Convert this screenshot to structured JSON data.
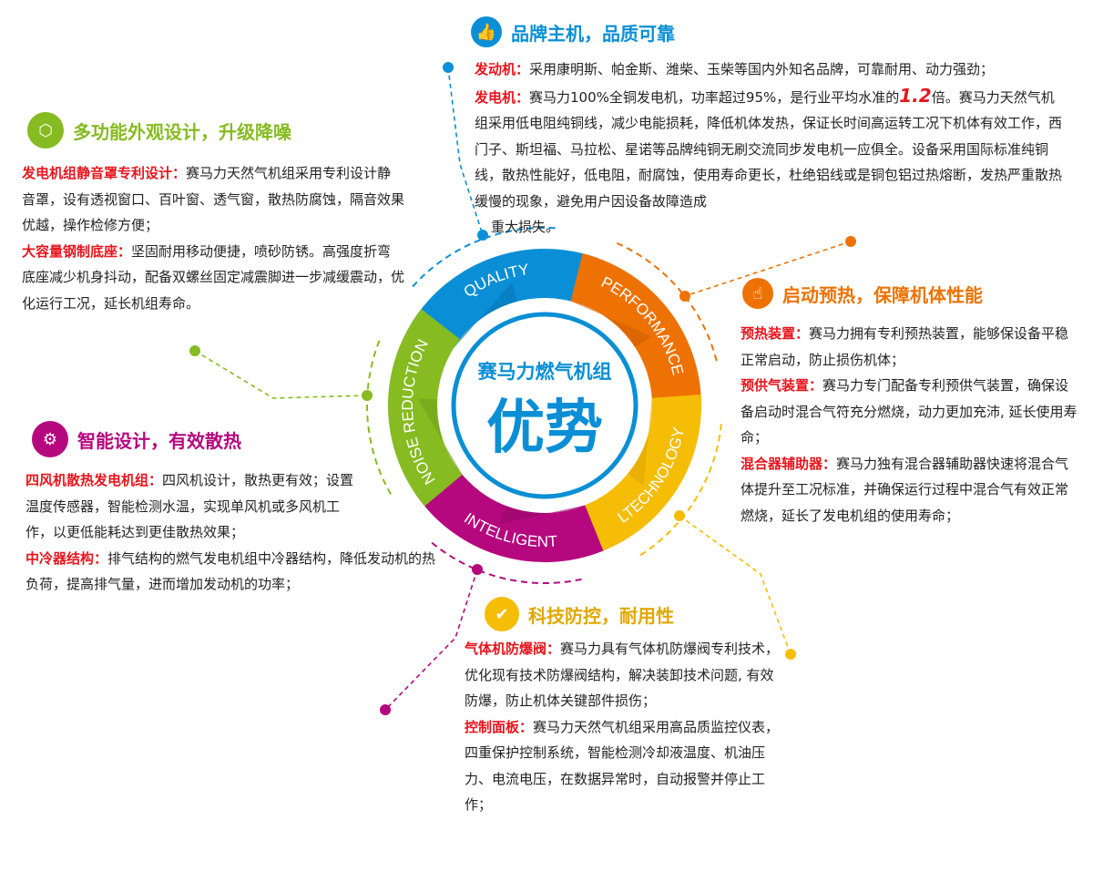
{
  "center": {
    "subtitle": "赛马力燃气机组",
    "title": "优势"
  },
  "wheel": [
    {
      "label": "QUALITY",
      "color": "#0a8fd6",
      "dark": "#0677b8"
    },
    {
      "label": "PERFORMANCE",
      "color": "#ee7203",
      "dark": "#d25f05"
    },
    {
      "label": "LTECHNOLOGY",
      "color": "#f6bd07",
      "dark": "#e1a702"
    },
    {
      "label": "INTELLIGENT",
      "color": "#b5087e",
      "dark": "#990a6c"
    },
    {
      "label": "NOISE REDUCTION",
      "color": "#86bb21",
      "dark": "#72a41a"
    }
  ],
  "sections": {
    "quality": {
      "title": "品牌主机，品质可靠",
      "color": "#0a8fd6",
      "icon": "thumbs-up-icon",
      "items": [
        {
          "label": "发动机：",
          "text": "采用康明斯、帕金斯、潍柴、玉柴等国内外知名品牌，可靠耐用、动力强劲；"
        },
        {
          "label": "发电机：",
          "text": "赛马力100%全铜发电机，功率超过95%，是行业平均水准的",
          "highlight": "1.2",
          "text2": "倍。赛马力天然气机组采用低电阻纯铜线，减少电能损耗，降低机体发热，保证长时间高运转工况下机体有效工作，西门子、斯坦福、马拉松、星诺等品牌纯铜无刷交流同步发电机一应俱全。设备采用国际标准纯铜线，散热性能好，低电阻，耐腐蚀，使用寿命更长，杜绝铝线或是铜包铝过热熔断，发热严重散热缓慢的现象，避免用户因设备故障造成",
          "text3": "重大损失。"
        }
      ]
    },
    "noise": {
      "title": "多功能外观设计，升级降噪",
      "color": "#86bb21",
      "icon": "hexagon-icon",
      "items": [
        {
          "label": "发电机组静音罩专利设计：",
          "text": "赛马力天然气机组采用专利设计静音罩，设有透视窗口、百叶窗、透气窗，散热防腐蚀，隔音效果优越，操作检修方便；"
        },
        {
          "label": "大容量钢制底座：",
          "text": "坚固耐用移动便捷，喷砂防锈。高强度折弯底座减少机身抖动，配备双螺丝固定减震脚进一步减缓震动，优化运行工况，延长机组寿命。"
        }
      ]
    },
    "performance": {
      "title": "启动预热，保障机体性能",
      "color": "#ee7203",
      "icon": "touch-icon",
      "items": [
        {
          "label": "预热装置：",
          "text": "赛马力拥有专利预热装置，能够保设备平稳正常启动，防止损伤机体；"
        },
        {
          "label": "预供气装置：",
          "text": "赛马力专门配备专利预供气装置，确保设备启动时混合气符充分燃烧，动力更加充沛, 延长使用寿命；"
        },
        {
          "label": "混合器辅助器：",
          "text": "赛马力独有混合器辅助器快速将混合气体提升至工况标准，并确保运行过程中混合气有效正常燃烧，延长了发电机组的使用寿命；"
        }
      ]
    },
    "intelligent": {
      "title": "智能设计，有效散热",
      "color": "#b5087e",
      "icon": "gears-icon",
      "items": [
        {
          "label": "四风机散热发电机组：",
          "text": "四风机设计，散热更有效；设置温度传感器，智能检测水温，实现单风机或多风机工作，以更低能耗达到更佳散热效果；"
        },
        {
          "label": "中冷器结构：",
          "text": "排气结构的燃气发电机组中冷器结构，降低发动机的热负荷，提高排气量，进而增加发动机的功率；"
        }
      ]
    },
    "technology": {
      "title": "科技防控，耐用性",
      "color": "#e1a702",
      "icon": "shield-check-icon",
      "items": [
        {
          "label": "气体机防爆阀：",
          "text": "赛马力具有气体机防爆阀专利技术，优化现有技术防爆阀结构，解决装卸技术问题, 有效防爆，防止机体关键部件损伤；"
        },
        {
          "label": "控制面板：",
          "text": "赛马力天然气机组采用高品质监控仪表，四重保护控制系统，智能检测冷却液温度、机油压力、电流电压，在数据异常时，自动报警并停止工作；"
        }
      ]
    }
  }
}
